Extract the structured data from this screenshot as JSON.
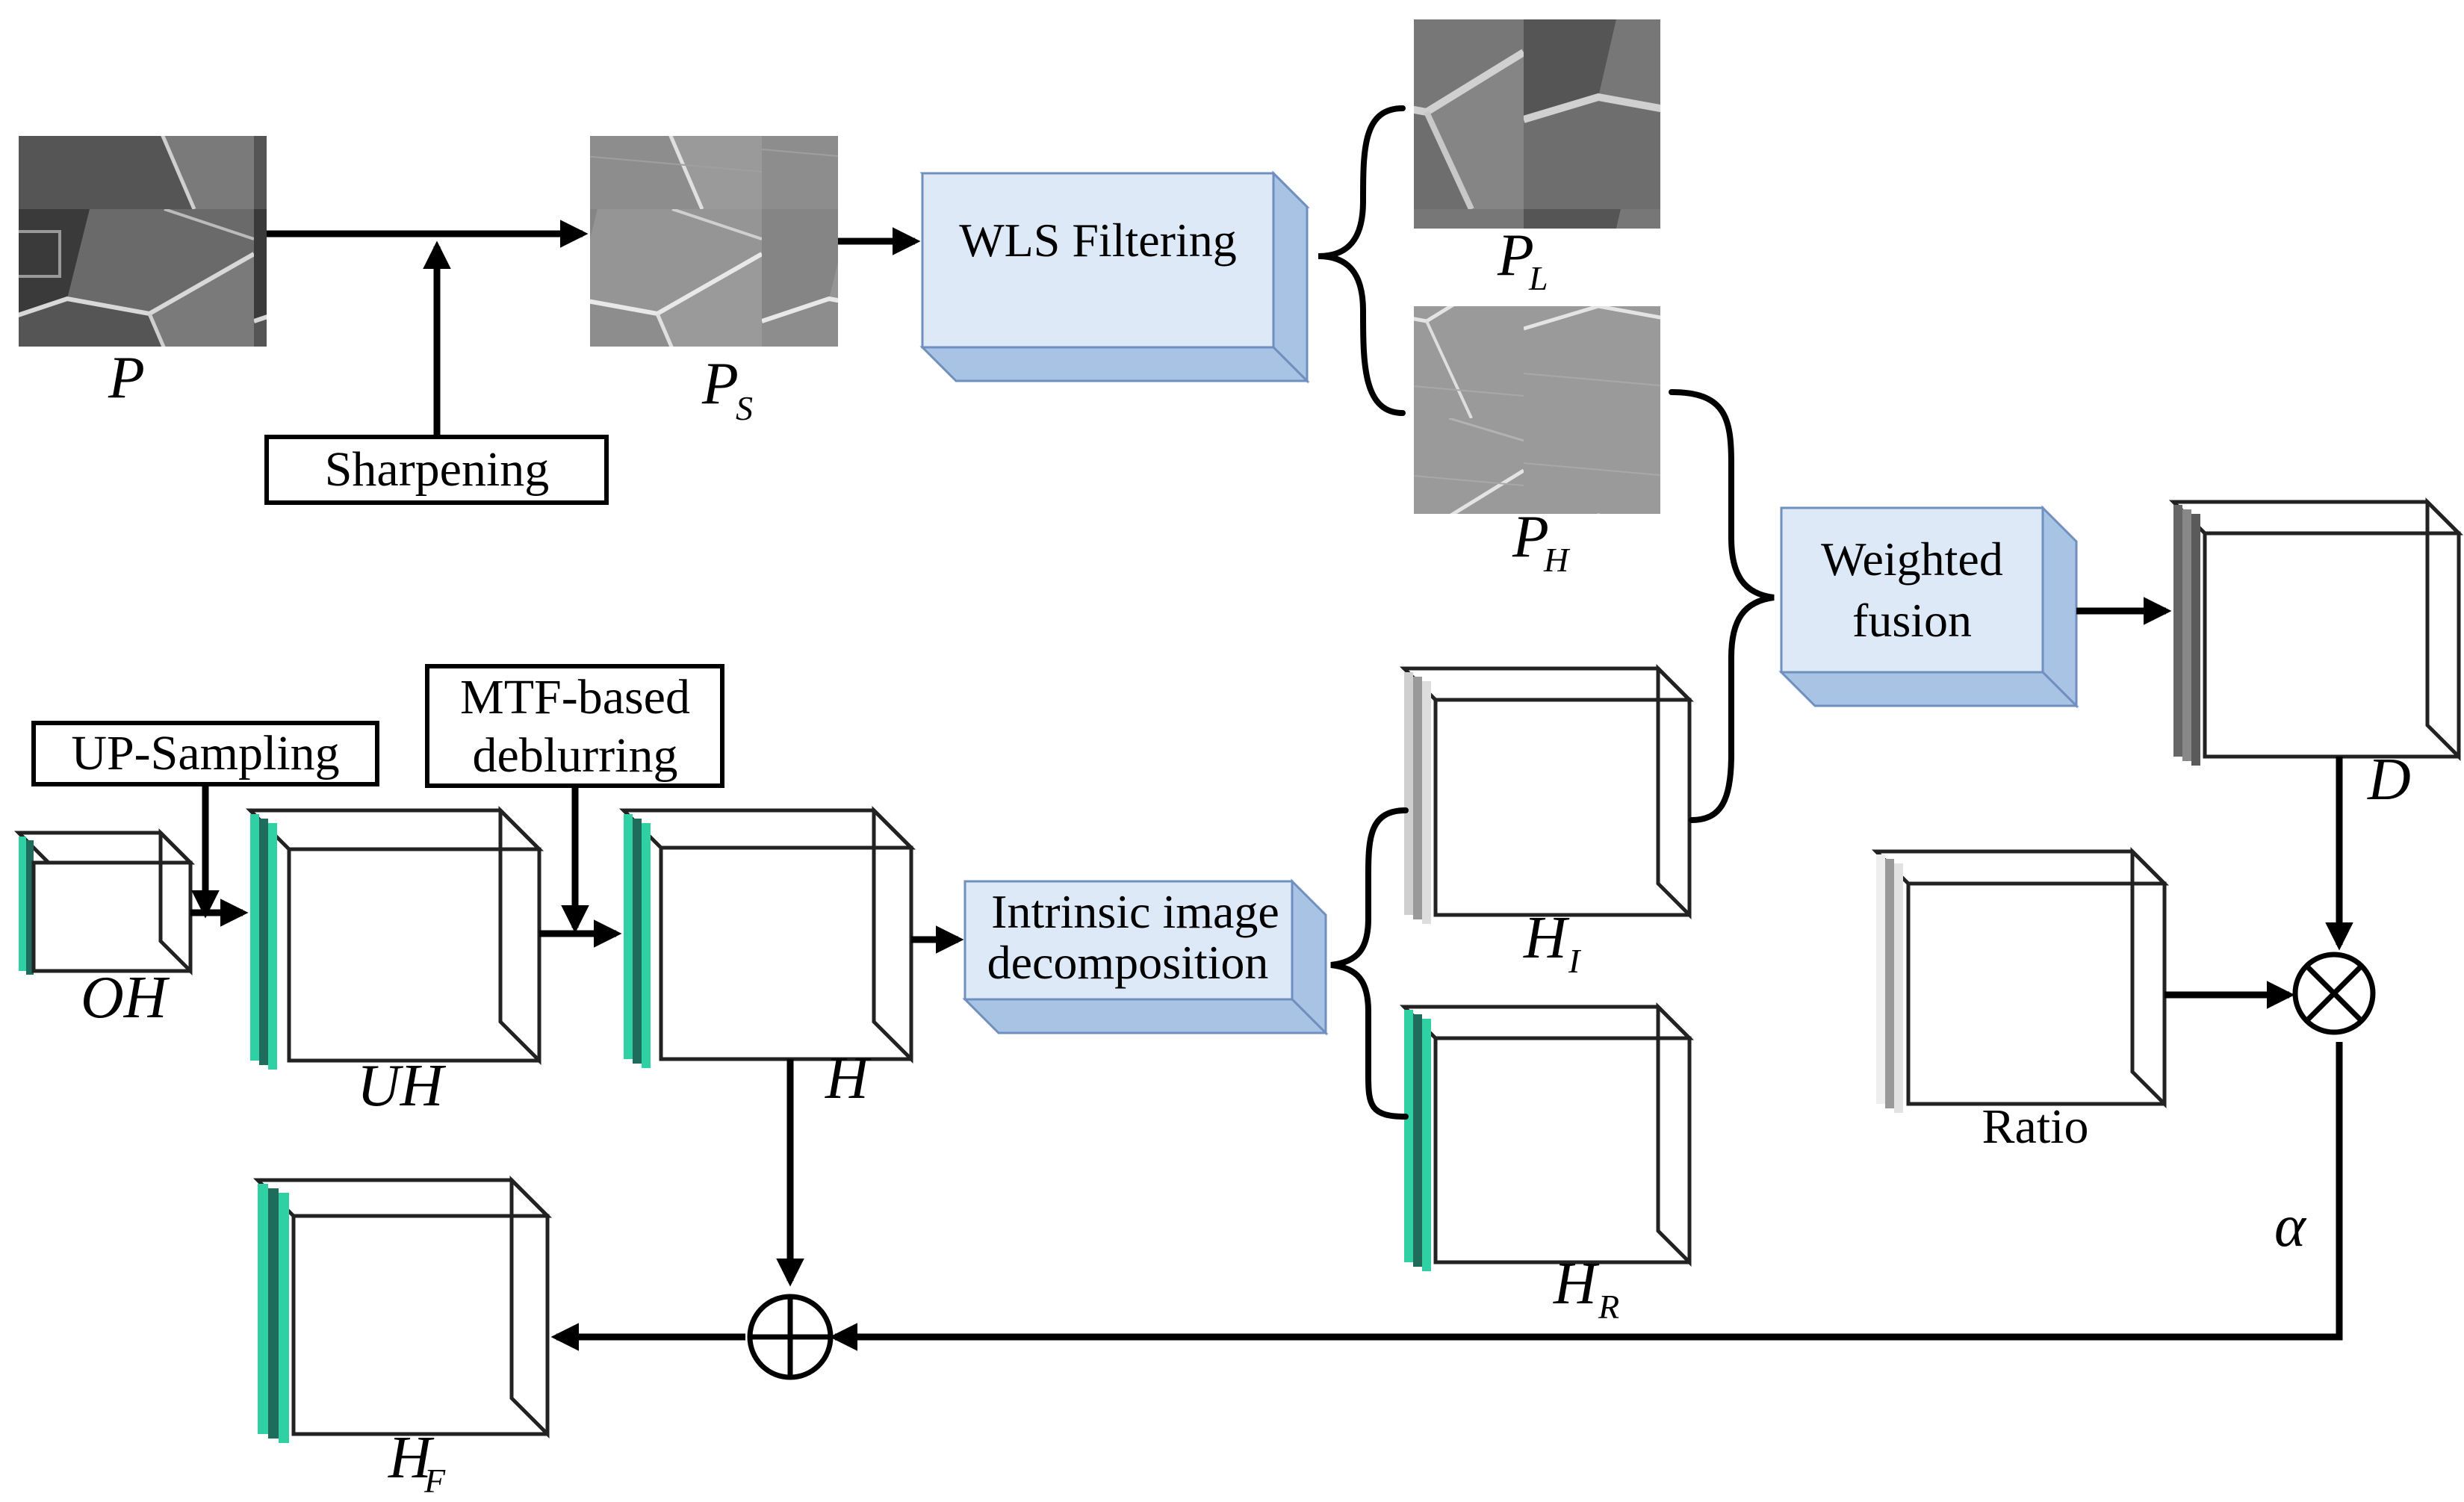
{
  "labels": {
    "p": "P",
    "ps": "P",
    "ps_sub": "S",
    "pl": "P",
    "pl_sub": "L",
    "ph": "P",
    "ph_sub": "H",
    "oh": "OH",
    "uh": "UH",
    "h": "H",
    "hi": "H",
    "hi_sub": "I",
    "hr": "H",
    "hr_sub": "R",
    "hf": "H",
    "hf_sub": "F",
    "d": "D",
    "ratio": "Ratio",
    "alpha": "α"
  },
  "boxes": {
    "sharpening": "Sharpening",
    "upsampling": "UP-Sampling",
    "mtf_line1": "MTF-based",
    "mtf_line2": "deblurring"
  },
  "processes": {
    "wls": "WLS Filtering",
    "weighted_line1": "Weighted",
    "weighted_line2": "fusion",
    "intrinsic_line1": "Intrinsic image",
    "intrinsic_line2": "decomposition"
  },
  "operators": {
    "multiply": "⊗",
    "add": "⊕"
  },
  "colors": {
    "process_face": "#dde9f7",
    "process_side": "#a9c3e4",
    "process_edge": "#6f8fbf",
    "pan_gray": "#8a8a8a",
    "hsi_teal": "#1f6b5c",
    "hsi_bright": "#2fd1a4",
    "soil_brown": "#6b4a44"
  }
}
